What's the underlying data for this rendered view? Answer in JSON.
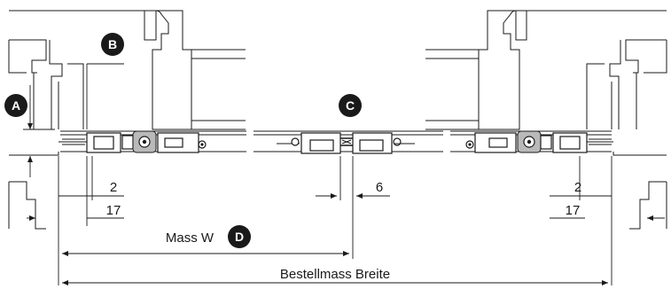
{
  "callouts": {
    "a": "A",
    "b": "B",
    "c": "C",
    "d": "D"
  },
  "dimensions": {
    "left_gap": "2",
    "left_offset": "17",
    "center_gap": "6",
    "right_gap": "2",
    "right_offset": "17",
    "mass_w": "Mass W",
    "order_width": "Bestellmass Breite"
  }
}
